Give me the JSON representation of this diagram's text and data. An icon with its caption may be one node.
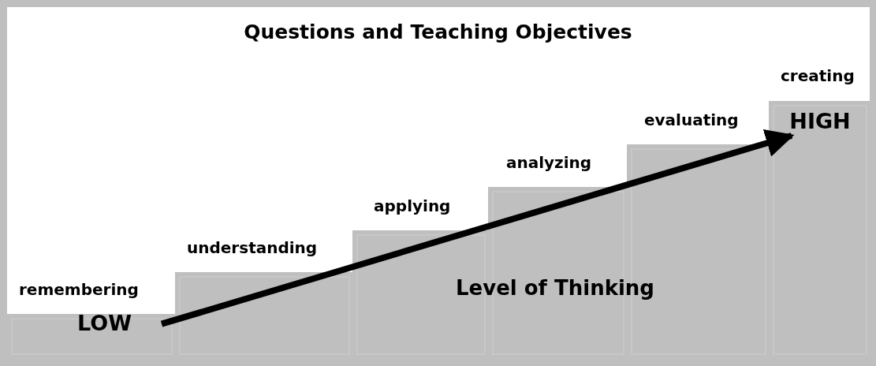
{
  "diagram": {
    "title": "Questions and Teaching Objectives",
    "nodes": [
      {
        "text": [
          "LOW"
        ]
      },
      {
        "text": [
          "HIGH"
        ]
      }
    ],
    "edges": [
      {
        "from": 0,
        "to": 1,
        "arrow": "to"
      }
    ],
    "labels": [
      "creating",
      "evaluating",
      "analyzing",
      "applying",
      "understanding",
      "remembering",
      "Level of Thinking"
    ]
  }
}
